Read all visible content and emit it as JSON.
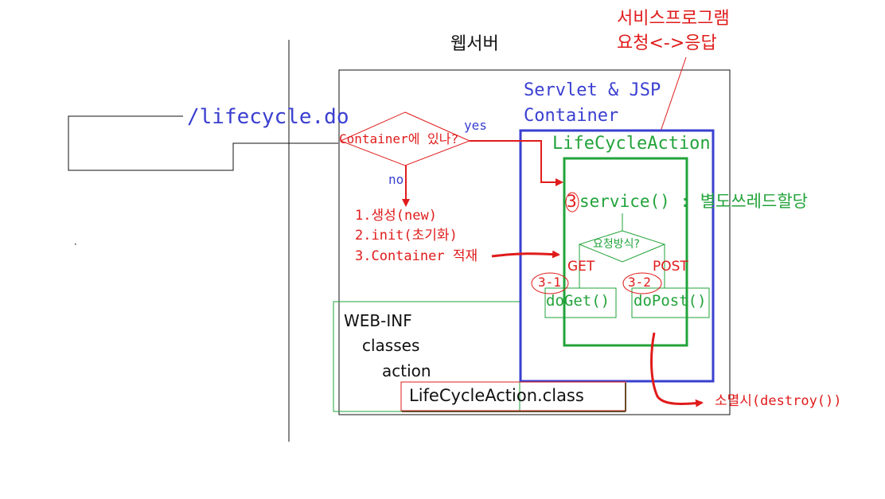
{
  "colors": {
    "annotation": "#e01b1b",
    "container": "#3a3fd0",
    "servlet": "#22a33a",
    "text": "#111111"
  },
  "labels": {
    "web_server": "웹서버",
    "service_note_line1": "서비스프로그램",
    "service_note_line2": "요청<->응답",
    "request_url": "/lifecycle.do",
    "container_title_line1": "Servlet & JSP",
    "container_title_line2": "Container",
    "decision_question": "Container에 있나?",
    "yes": "yes",
    "no": "no",
    "servlet_name": "LifeCycleAction",
    "step_create": "1.생성(new)",
    "step_init": "2.init(초기화)",
    "step_load": "3.Container 적재",
    "service_step": "3",
    "service_call": "service() : 별도쓰레드할당",
    "method_question": "요청방식?",
    "get": "GET",
    "post": "POST",
    "step_get": "3-1",
    "step_post": "3-2",
    "do_get": "doGet()",
    "do_post": "doPost()",
    "dir_web_inf": "WEB-INF",
    "dir_classes": "classes",
    "dir_action": "action",
    "class_file": "LifeCycleAction.class",
    "destroy": "소멸시(destroy())"
  }
}
